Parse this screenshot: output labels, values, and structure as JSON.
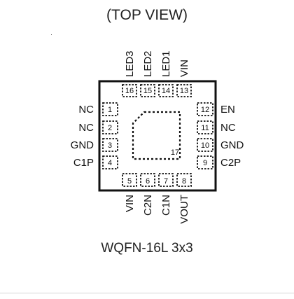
{
  "view_label": "(TOP VIEW)",
  "package_label": "WQFN-16L 3x3",
  "exposed_pad_number": "17",
  "pins_top": [
    {
      "number": "16",
      "name": "LED3"
    },
    {
      "number": "15",
      "name": "LED2"
    },
    {
      "number": "14",
      "name": "LED1"
    },
    {
      "number": "13",
      "name": "VIN"
    }
  ],
  "pins_left": [
    {
      "number": "1",
      "name": "NC"
    },
    {
      "number": "2",
      "name": "NC"
    },
    {
      "number": "3",
      "name": "GND"
    },
    {
      "number": "4",
      "name": "C1P"
    }
  ],
  "pins_right": [
    {
      "number": "12",
      "name": "EN"
    },
    {
      "number": "11",
      "name": "NC"
    },
    {
      "number": "10",
      "name": "GND"
    },
    {
      "number": "9",
      "name": "C2P"
    }
  ],
  "pins_bottom": [
    {
      "number": "5",
      "name": "VIN"
    },
    {
      "number": "6",
      "name": "C2N"
    },
    {
      "number": "7",
      "name": "C1N"
    },
    {
      "number": "8",
      "name": "VOUT"
    }
  ]
}
